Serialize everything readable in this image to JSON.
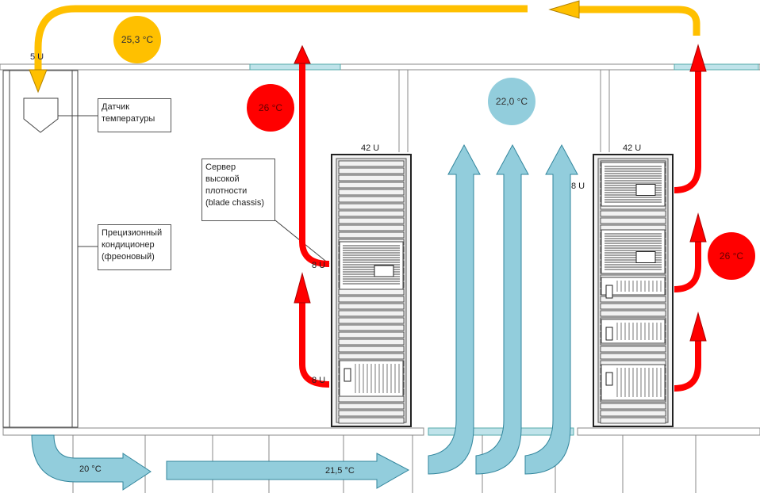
{
  "labels": {
    "sensor": "Датчик температуры",
    "ac_unit": "Прецизионный кондиционер (фреоновый)",
    "blade_server": "Сервер высокой плотности (blade chassis)",
    "rack_left_height": "42 U",
    "rack_right_height": "42 U",
    "ac_height": "5 U",
    "unit_8u_a": "8 U",
    "unit_8u_b": "8 U",
    "unit_8u_c": "8 U"
  },
  "temperatures": {
    "return_air": "25,3 °C",
    "hot_left": "26 °C",
    "cold_aisle": "22,0 °C",
    "hot_right": "26 °C",
    "supply_air": "20 °C",
    "underfloor": "21,5 °C"
  },
  "colors": {
    "hot": "#ff0000",
    "cold": "#92cddc",
    "return": "#ffc000"
  }
}
